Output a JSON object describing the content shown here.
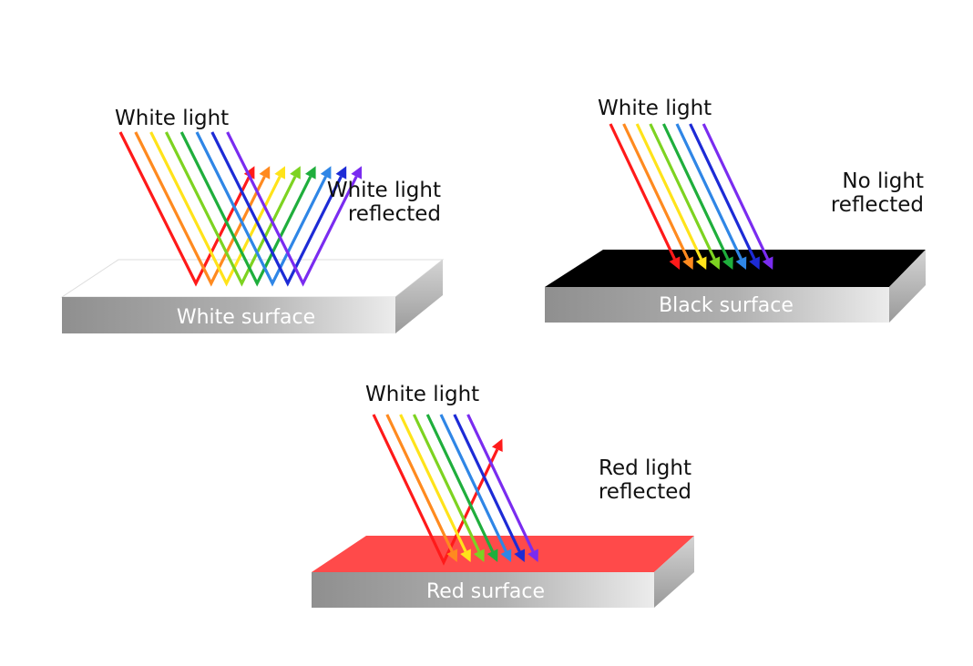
{
  "colors": {
    "beams": [
      "#ff1a1a",
      "#ff8a1f",
      "#ffe31a",
      "#7dd321",
      "#1fae3c",
      "#2f86e6",
      "#1d2bd6",
      "#7a2cf0"
    ],
    "white_top": "#ffffff",
    "black_top": "#000000",
    "red_top": "#ff4a4a",
    "side_light": "#cfcfcf",
    "side_dark": "#9b9b9b",
    "front_dark": "#8f8f8f",
    "front_light": "#e6e6e6"
  },
  "panels": {
    "white": {
      "incident_label": "White light",
      "reflected_label_1": "White light",
      "reflected_label_2": "reflected",
      "surface_label": "White surface",
      "reflects": "all"
    },
    "black": {
      "incident_label": "White light",
      "reflected_label_1": "No light",
      "reflected_label_2": "reflected",
      "surface_label": "Black surface",
      "reflects": "none"
    },
    "red": {
      "incident_label": "White light",
      "reflected_label_1": "Red light",
      "reflected_label_2": "reflected",
      "surface_label": "Red surface",
      "reflects": "red"
    }
  }
}
